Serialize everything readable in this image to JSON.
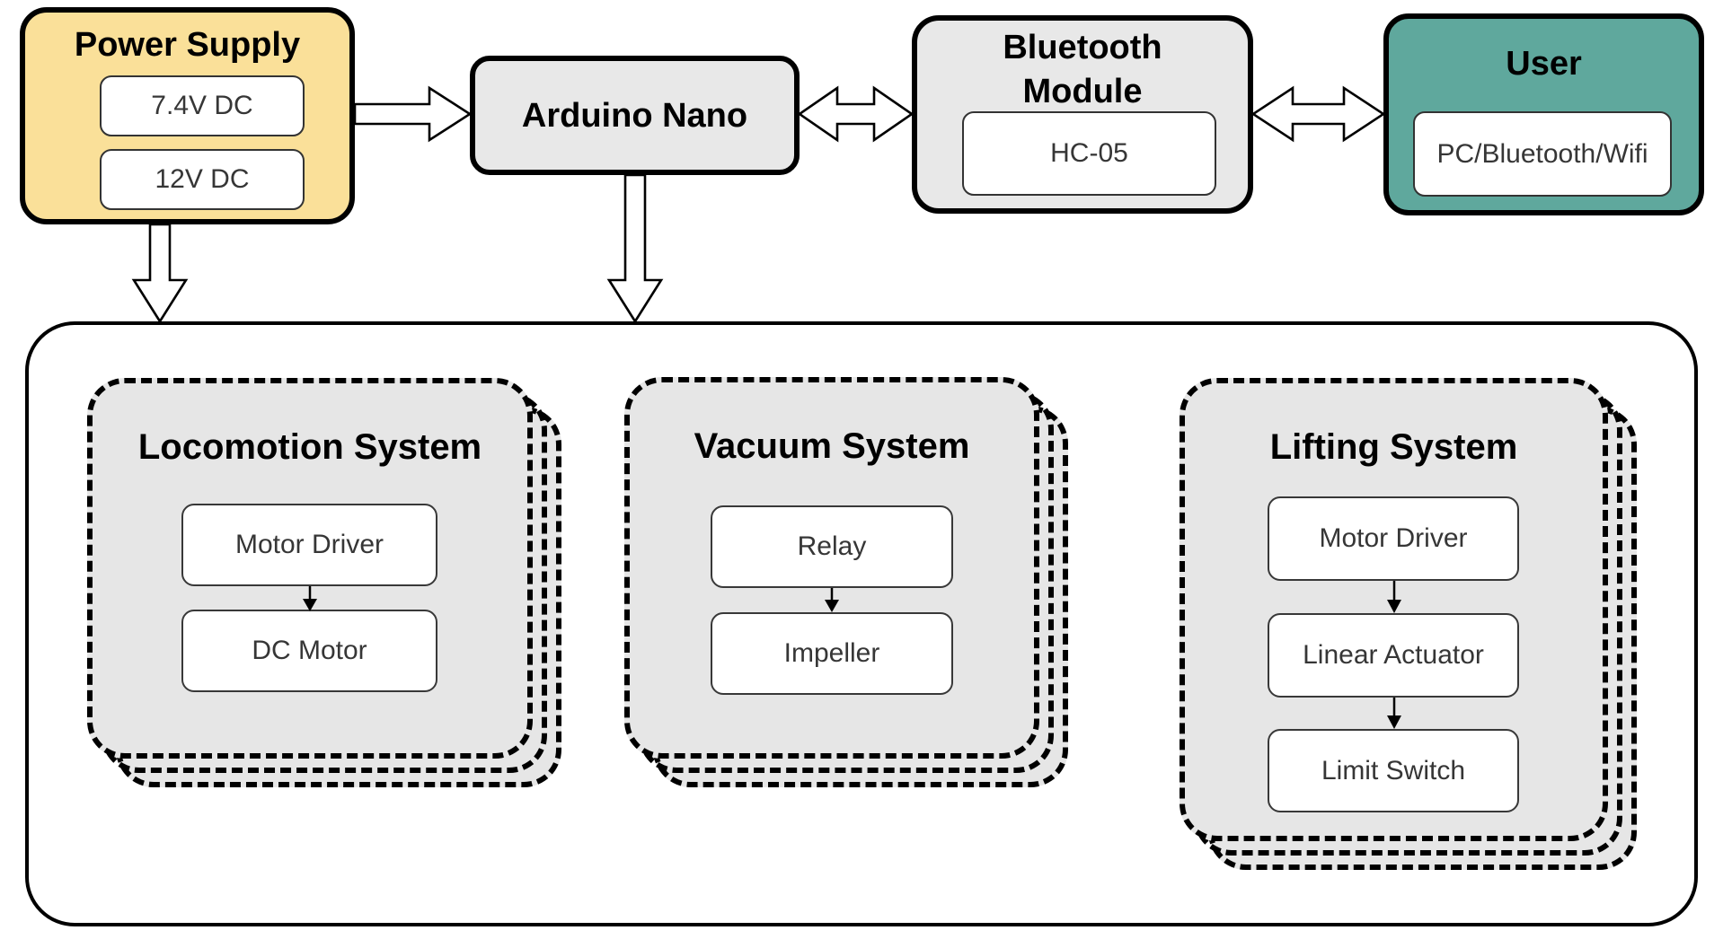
{
  "nodes": {
    "power_supply": {
      "title": "Power Supply",
      "items": [
        "7.4V DC",
        "12V DC"
      ]
    },
    "arduino": {
      "title": "Arduino Nano"
    },
    "bluetooth": {
      "title_lines": [
        "Bluetooth",
        "Module"
      ],
      "items": [
        "HC-05"
      ]
    },
    "user": {
      "title": "User",
      "items": [
        "PC/Bluetooth/Wifi"
      ]
    }
  },
  "systems": [
    {
      "title": "Locomotion System",
      "components": [
        "Motor Driver",
        "DC Motor"
      ]
    },
    {
      "title": "Vacuum System",
      "components": [
        "Relay",
        "Impeller"
      ]
    },
    {
      "title": "Lifting System",
      "components": [
        "Motor Driver",
        "Linear Actuator",
        "Limit Switch"
      ]
    }
  ],
  "colors": {
    "power_supply_fill": "#FAE099",
    "module_fill": "#E8E8E8",
    "user_fill": "#5FA89D",
    "system_fill": "#E6E6E6",
    "border": "#000000"
  }
}
